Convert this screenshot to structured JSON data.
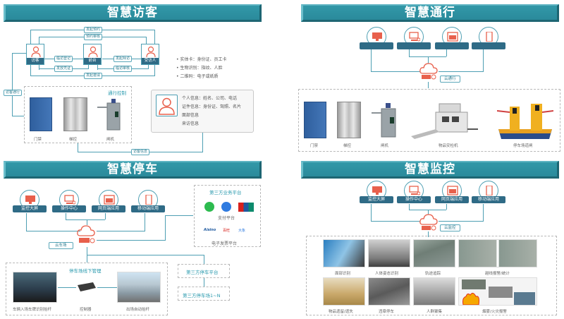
{
  "panels": {
    "visitor": {
      "title": "智慧访客",
      "roles": [
        "访客",
        "前台",
        "受访人"
      ],
      "flow_labels": {
        "appoint": "发起预约",
        "review": "预约审核",
        "register": "临访登记",
        "issue": "发放凭证",
        "invite": "发起邀请",
        "send_visit": "发起拜访",
        "visit_review": "临访审核",
        "pass": "访客通行",
        "info": "访客信息"
      },
      "credentials": [
        "实体卡：身份证、员工卡",
        "生物识别：指纹、人脸",
        "二维码：电子或纸质"
      ],
      "access_control_title": "通行控制",
      "devices": [
        "门禁",
        "梯控",
        "闸机"
      ],
      "info_items": [
        "个人信息：姓名、公司、电话",
        "证件信息：身份证、驾照、名片",
        "面部信息",
        "来访信息"
      ]
    },
    "access": {
      "title": "智慧通行",
      "cloud_label": "云通行",
      "devices": [
        "门禁",
        "梯控",
        "闸机",
        "物品安检机",
        "停车场道闸"
      ]
    },
    "parking": {
      "title": "智慧停车",
      "clients": [
        "监控大屏",
        "操作中心",
        "网页端应用",
        "移动端应用"
      ],
      "cloud_label": "云车场",
      "third_party_title": "第三方业务平台",
      "payment_label": "支付平台",
      "invoice_label": "电子发票平台",
      "invoice_logos": [
        "Aisino",
        "百旺",
        "大象"
      ],
      "offline_title": "停车场线下管理",
      "offline_devices": [
        "车辆入场车牌识别抬杆",
        "控制器",
        "出场自动抬杆"
      ],
      "third_party_parking": "第三方停车平台",
      "third_party_lots": "第三方停车场1~N"
    },
    "monitor": {
      "title": "智慧监控",
      "clients": [
        "监控大屏",
        "操作中心",
        "网页端应用",
        "移动端应用"
      ],
      "cloud_label": "云监控",
      "scenes": [
        "面部识别",
        "人体姿态识别",
        "轨迹追踪",
        "越线报警/统计",
        "物品遗留/遗失",
        "违章停车",
        "人群聚集",
        "烟雾/火灾报警"
      ]
    }
  },
  "colors": {
    "header": "#2a8a9b",
    "line": "#4e9fb3",
    "accent": "#e8604c",
    "navy": "#2f6b86"
  }
}
